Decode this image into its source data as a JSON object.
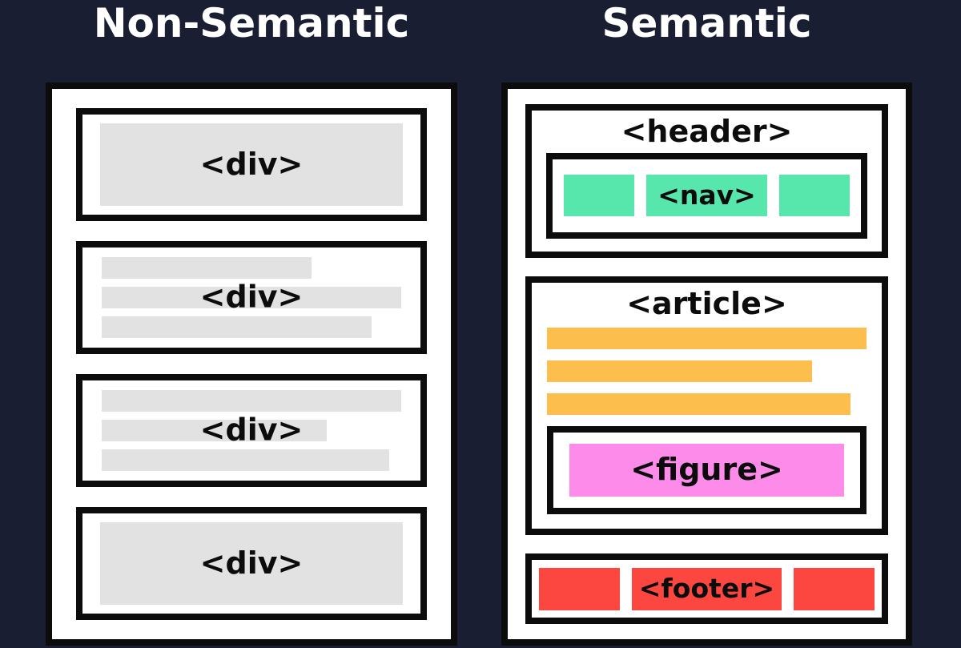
{
  "titles": {
    "left": "Non-Semantic",
    "right": "Semantic"
  },
  "colors": {
    "background": "#191E32",
    "panel": "#FFFFFF",
    "border": "#0C0C0C",
    "title_text": "#FFFFFF",
    "gray": "#E2E2E2",
    "green": "#57E6AC",
    "orange": "#FCBE4D",
    "pink": "#FC8BEA",
    "red": "#FC4640"
  },
  "non_semantic": {
    "boxes": [
      {
        "kind": "solid",
        "label": "<div>"
      },
      {
        "kind": "bars",
        "label": "<div>",
        "bars": {
          "b1": "70%",
          "b2": "100%",
          "b3": "90%"
        }
      },
      {
        "kind": "bars",
        "label": "<div>",
        "bars": {
          "b1": "100%",
          "b2": "75%",
          "b3": "96%"
        }
      },
      {
        "kind": "solid",
        "label": "<div>"
      }
    ]
  },
  "semantic": {
    "header": {
      "label": "<header>",
      "nav": {
        "label": "<nav>"
      }
    },
    "article": {
      "label": "<article>",
      "bars": {
        "b1": "100%",
        "b2": "83%",
        "b3": "95%"
      },
      "figure": {
        "label": "<figure>"
      }
    },
    "footer": {
      "label": "<footer>"
    }
  }
}
